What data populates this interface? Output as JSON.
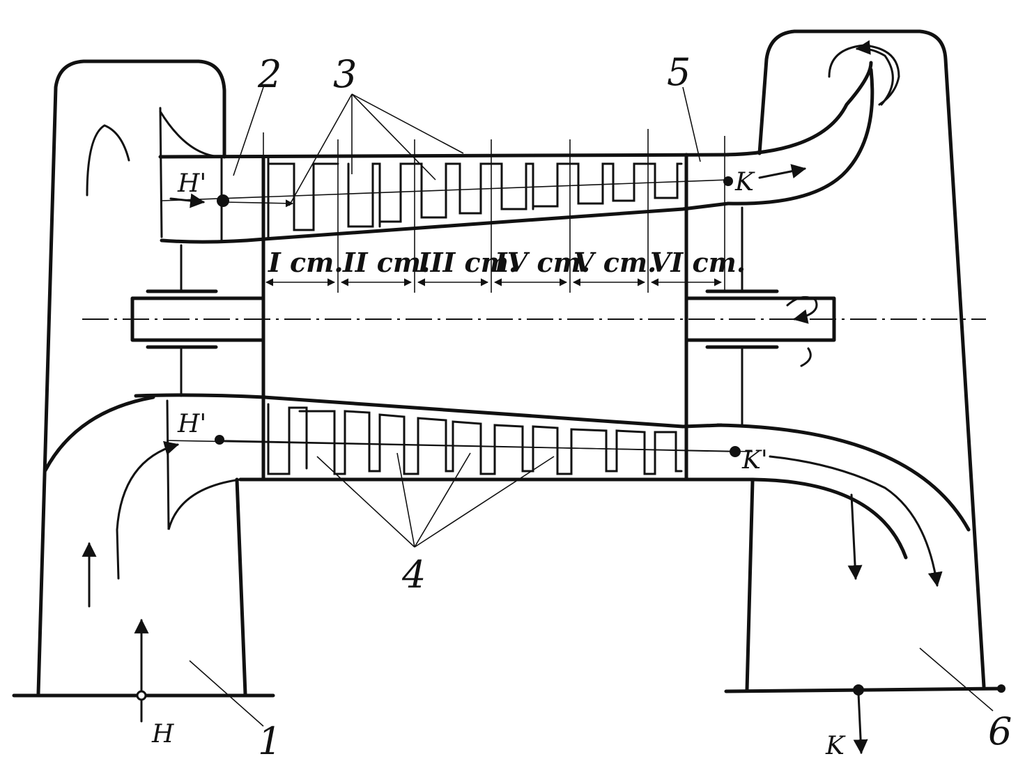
{
  "labels": {
    "n1": "1",
    "n2": "2",
    "n3": "3",
    "n4": "4",
    "n5": "5",
    "n6": "6",
    "H": "H",
    "H_prime_top": "H'",
    "H_prime_bottom": "H'",
    "K": "K",
    "K_top": "K",
    "K_prime_bottom": "K'"
  },
  "stages": [
    "I ст.",
    "II ст.",
    "III ст.",
    "IV ст.",
    "V ст.",
    "VI ст."
  ]
}
